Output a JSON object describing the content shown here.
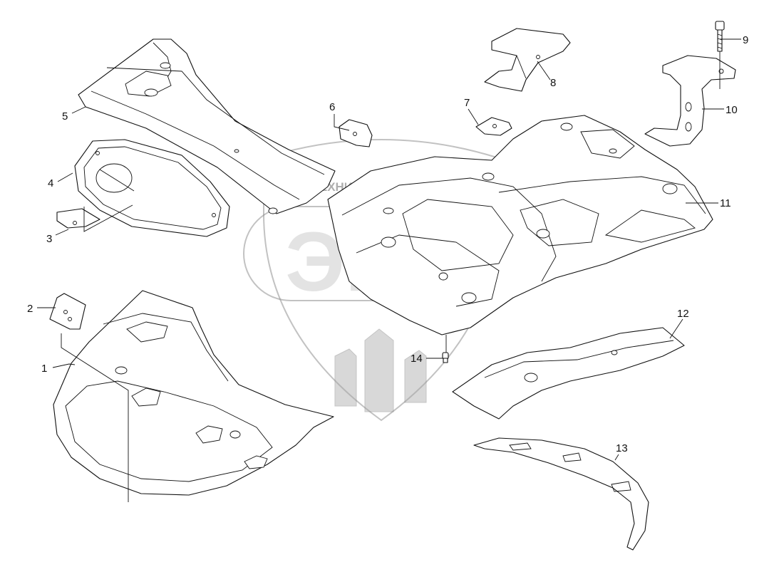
{
  "watermark": {
    "caption": "ТЕХНИКА И ЗАПЧАСТИ",
    "logo": "ЭПФ"
  },
  "callouts": [
    {
      "id": "1",
      "label": "1"
    },
    {
      "id": "2",
      "label": "2"
    },
    {
      "id": "3",
      "label": "3"
    },
    {
      "id": "4",
      "label": "4"
    },
    {
      "id": "5",
      "label": "5"
    },
    {
      "id": "6",
      "label": "6"
    },
    {
      "id": "7",
      "label": "7"
    },
    {
      "id": "8",
      "label": "8"
    },
    {
      "id": "9",
      "label": "9"
    },
    {
      "id": "10",
      "label": "10"
    },
    {
      "id": "11",
      "label": "11"
    },
    {
      "id": "12",
      "label": "12"
    },
    {
      "id": "13",
      "label": "13"
    },
    {
      "id": "14",
      "label": "14"
    }
  ]
}
